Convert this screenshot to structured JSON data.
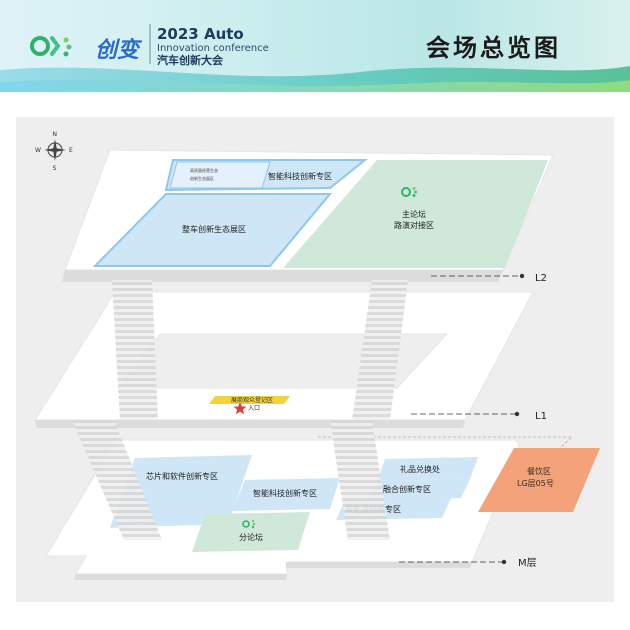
{
  "header": {
    "logo_calligraphy": "创变",
    "event_year_title": "2023 Auto",
    "event_subtitle": "Innovation conference",
    "event_name_cn": "汽车创新大会",
    "page_title": "会场总览图",
    "colors": {
      "band_light": "#e4f5f4",
      "band_teal": "#6fd1c8",
      "band_green": "#4cc08a",
      "title_text": "#1a1a1a"
    }
  },
  "compass": {
    "n": "N",
    "s": "S",
    "e": "E",
    "w": "W"
  },
  "floors": {
    "l2": {
      "label": "L2",
      "zones": {
        "small_top": [
          "高质量经营生态",
          "创新生态展区"
        ],
        "smart_tech": "智能科技创新专区",
        "vehicle": "整车创新生态展区",
        "main_forum": "主论坛",
        "roadshow": "路演对接区"
      }
    },
    "l1": {
      "label": "L1",
      "registration": "展商观众登记区",
      "entrance": "入口"
    },
    "m": {
      "label": "M层",
      "zones": {
        "chip_software": "芯片和软件创新专区",
        "smart_tech": "智能科技创新专区",
        "sub_forum": "分论坛",
        "gift": "礼品兑换处",
        "fusion": "融合创新专区",
        "new_energy": "新能源创新专区",
        "dining": "餐饮区",
        "dining_location": "LG层05号"
      }
    }
  },
  "colors": {
    "zone_blue": "#cfe6f7",
    "zone_green": "#cfe8da",
    "zone_orange": "#f3a27a",
    "registration_yellow": "#f4d23c",
    "entrance_star": "#e23b3b"
  }
}
